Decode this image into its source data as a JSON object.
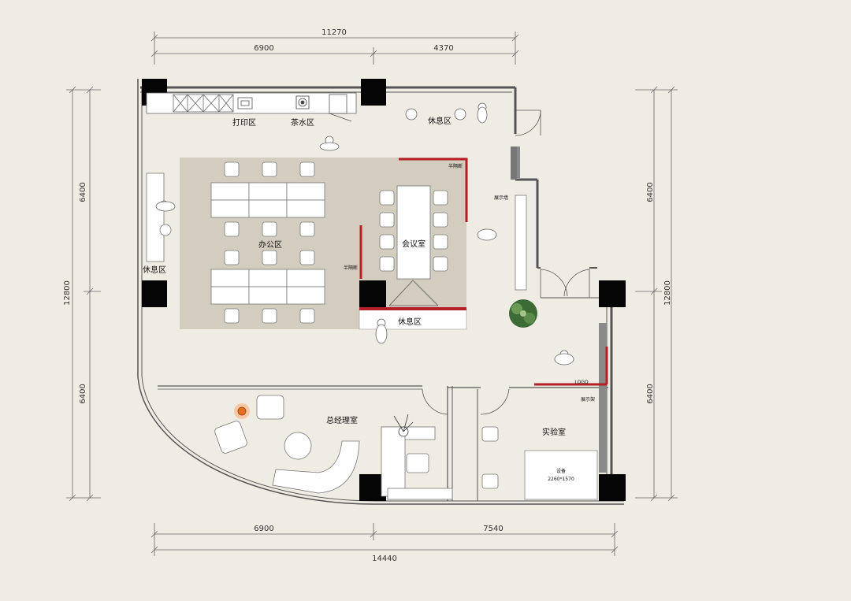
{
  "dimensions": {
    "top_total": "11270",
    "top_left": "6900",
    "top_right": "4370",
    "bottom_left": "6900",
    "bottom_right": "7540",
    "bottom_total": "14440",
    "left_total": "12800",
    "left_upper": "6400",
    "left_lower": "6400",
    "right_total": "12800",
    "right_upper": "6400",
    "right_lower": "6400"
  },
  "rooms": {
    "print_area": "打印区",
    "tea_area": "茶水区",
    "rest_top": "休息区",
    "rest_left": "休息区",
    "rest_center": "休息区",
    "office_area": "办公区",
    "meeting_room": "会议室",
    "half_partition_top": "半隔断",
    "half_partition_left": "半隔断",
    "display_wall": "展示墙",
    "gm_office": "总经理室",
    "lab": "实验室",
    "logo": "LOGO",
    "display_cabinet": "展示架",
    "equipment": "设备",
    "equipment_size": "2260*1570"
  }
}
